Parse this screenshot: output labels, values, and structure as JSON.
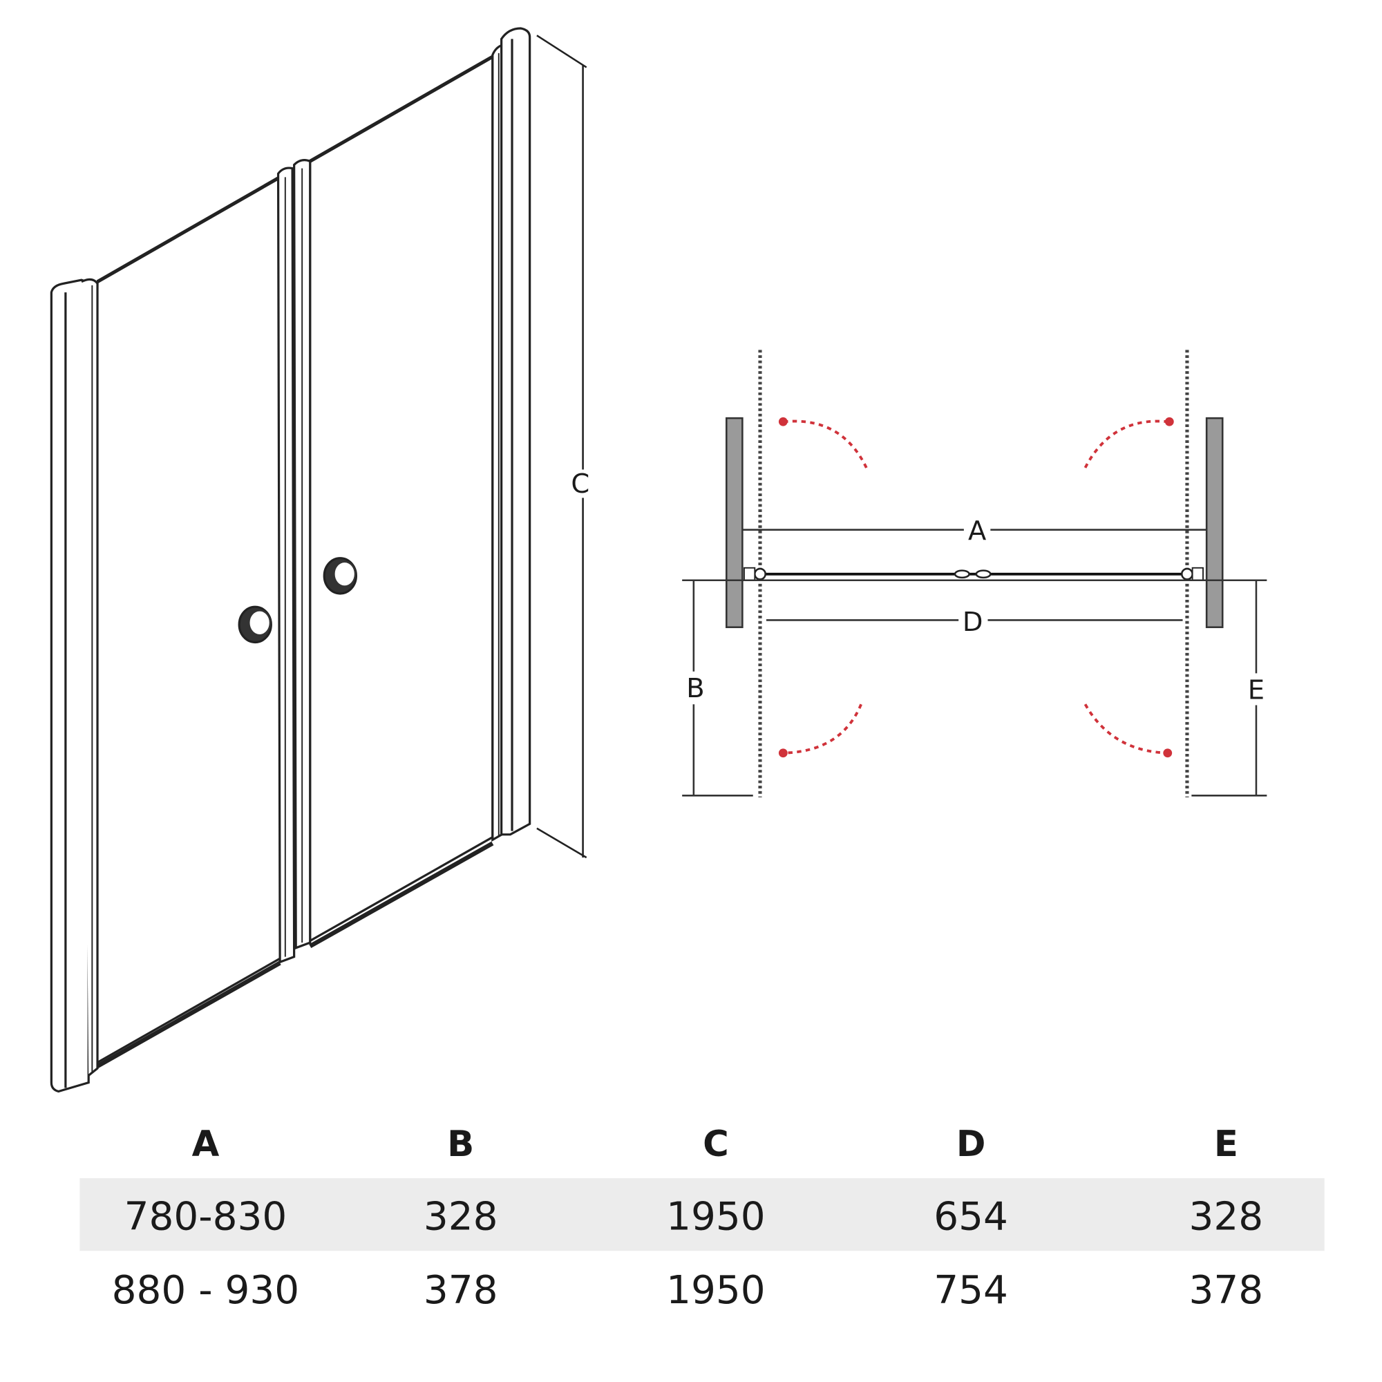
{
  "diagram": {
    "height_label": "C",
    "plan_labels": {
      "a": "A",
      "b": "B",
      "d": "D",
      "e": "E"
    },
    "swing_arrow_color": "#d0323a"
  },
  "table": {
    "headers": [
      "A",
      "B",
      "C",
      "D",
      "E"
    ],
    "rows": [
      [
        "780-830",
        "328",
        "1950",
        "654",
        "328"
      ],
      [
        "880 - 930",
        "378",
        "1950",
        "754",
        "378"
      ]
    ],
    "stripe_color": "#ececec"
  }
}
